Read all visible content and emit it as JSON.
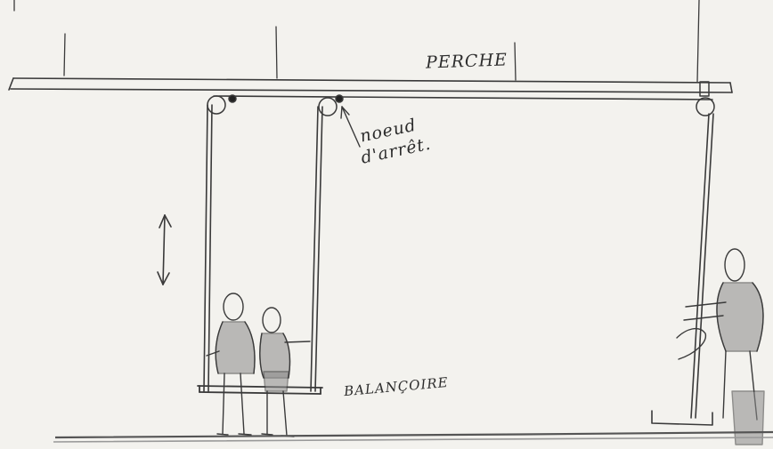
{
  "labels": {
    "perche": "PERCHE",
    "noeud_line1": "noeud",
    "noeud_line2": "d'arrêt.",
    "balancoire": "BALANÇOIRE"
  },
  "colors": {
    "paper": "#f3f2ee",
    "pencil": "#3a3a3a"
  }
}
